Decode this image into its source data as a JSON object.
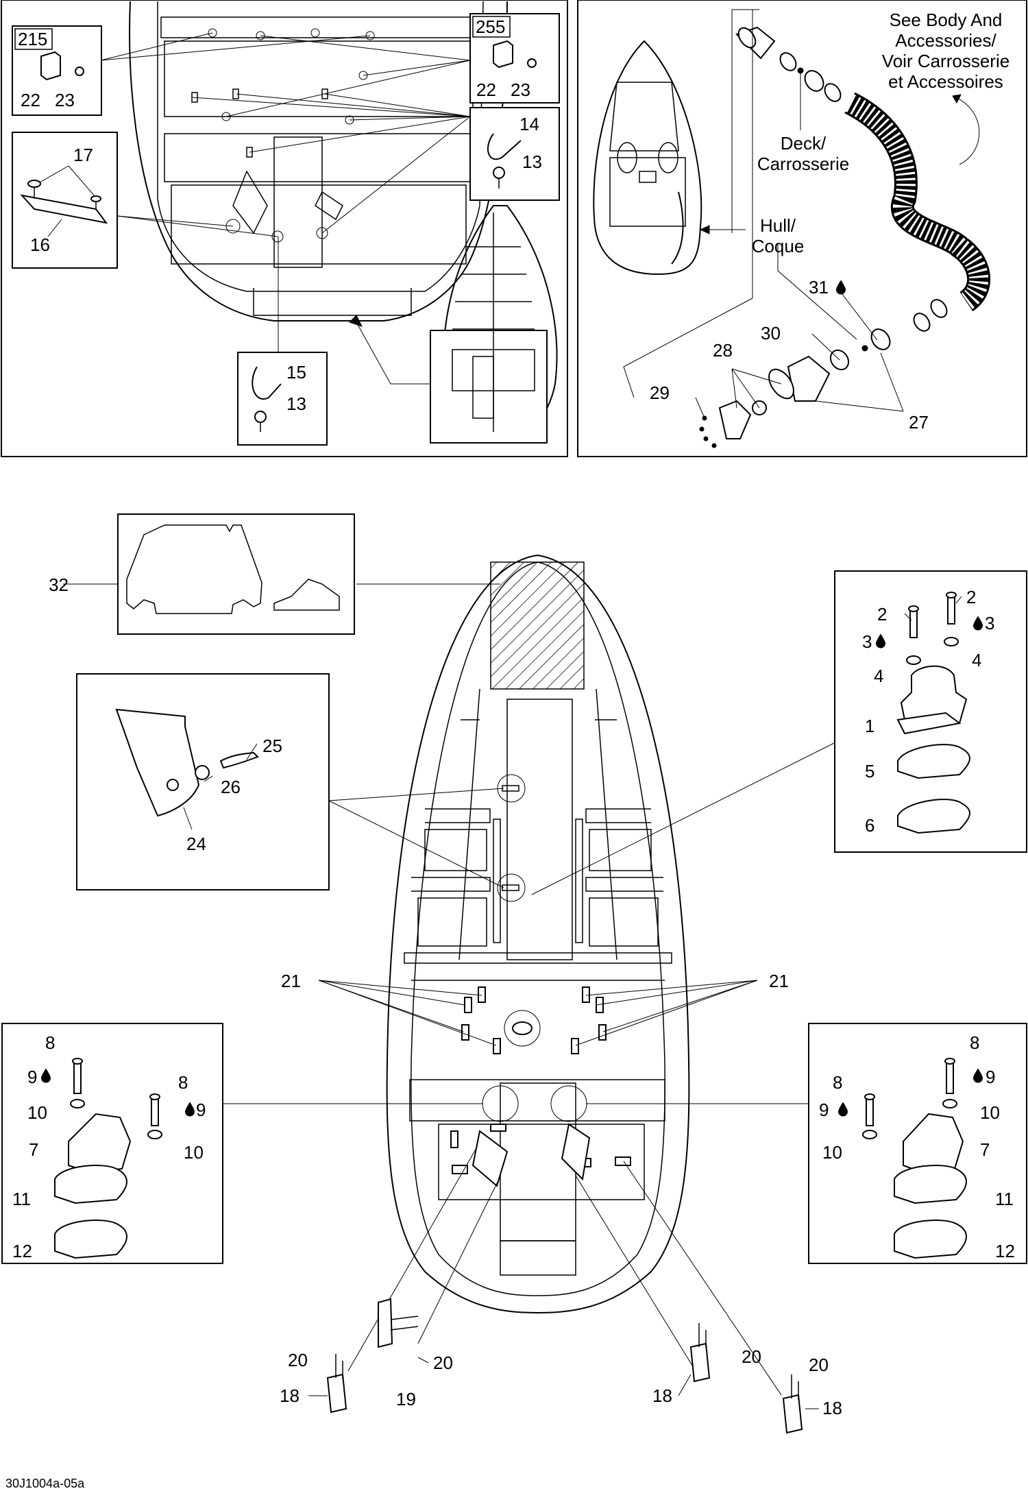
{
  "drawing_code": "30J1004a-05a",
  "notes": {
    "body_accessories": [
      "See Body And",
      "Accessories/",
      "Voir Carrosserie",
      "et Accessoires"
    ],
    "deck": [
      "Deck/",
      "Carrosserie"
    ],
    "hull": [
      "Hull/",
      "Coque"
    ]
  },
  "kits": {
    "kit_left": "215",
    "kit_right": "255"
  },
  "callouts": {
    "c1": "1",
    "c2": "2",
    "c3": "3",
    "c4": "4",
    "c5": "5",
    "c6": "6",
    "c7": "7",
    "c8": "8",
    "c9": "9",
    "c10": "10",
    "c11": "11",
    "c12": "12",
    "c13": "13",
    "c14": "14",
    "c15": "15",
    "c16": "16",
    "c17": "17",
    "c18": "18",
    "c19": "19",
    "c20": "20",
    "c21": "21",
    "c22": "22",
    "c23": "23",
    "c24": "24",
    "c25": "25",
    "c26": "26",
    "c27": "27",
    "c28": "28",
    "c29": "29",
    "c30": "30",
    "c31": "31",
    "c32": "32"
  },
  "drop_icon": "sealant-drop-icon"
}
